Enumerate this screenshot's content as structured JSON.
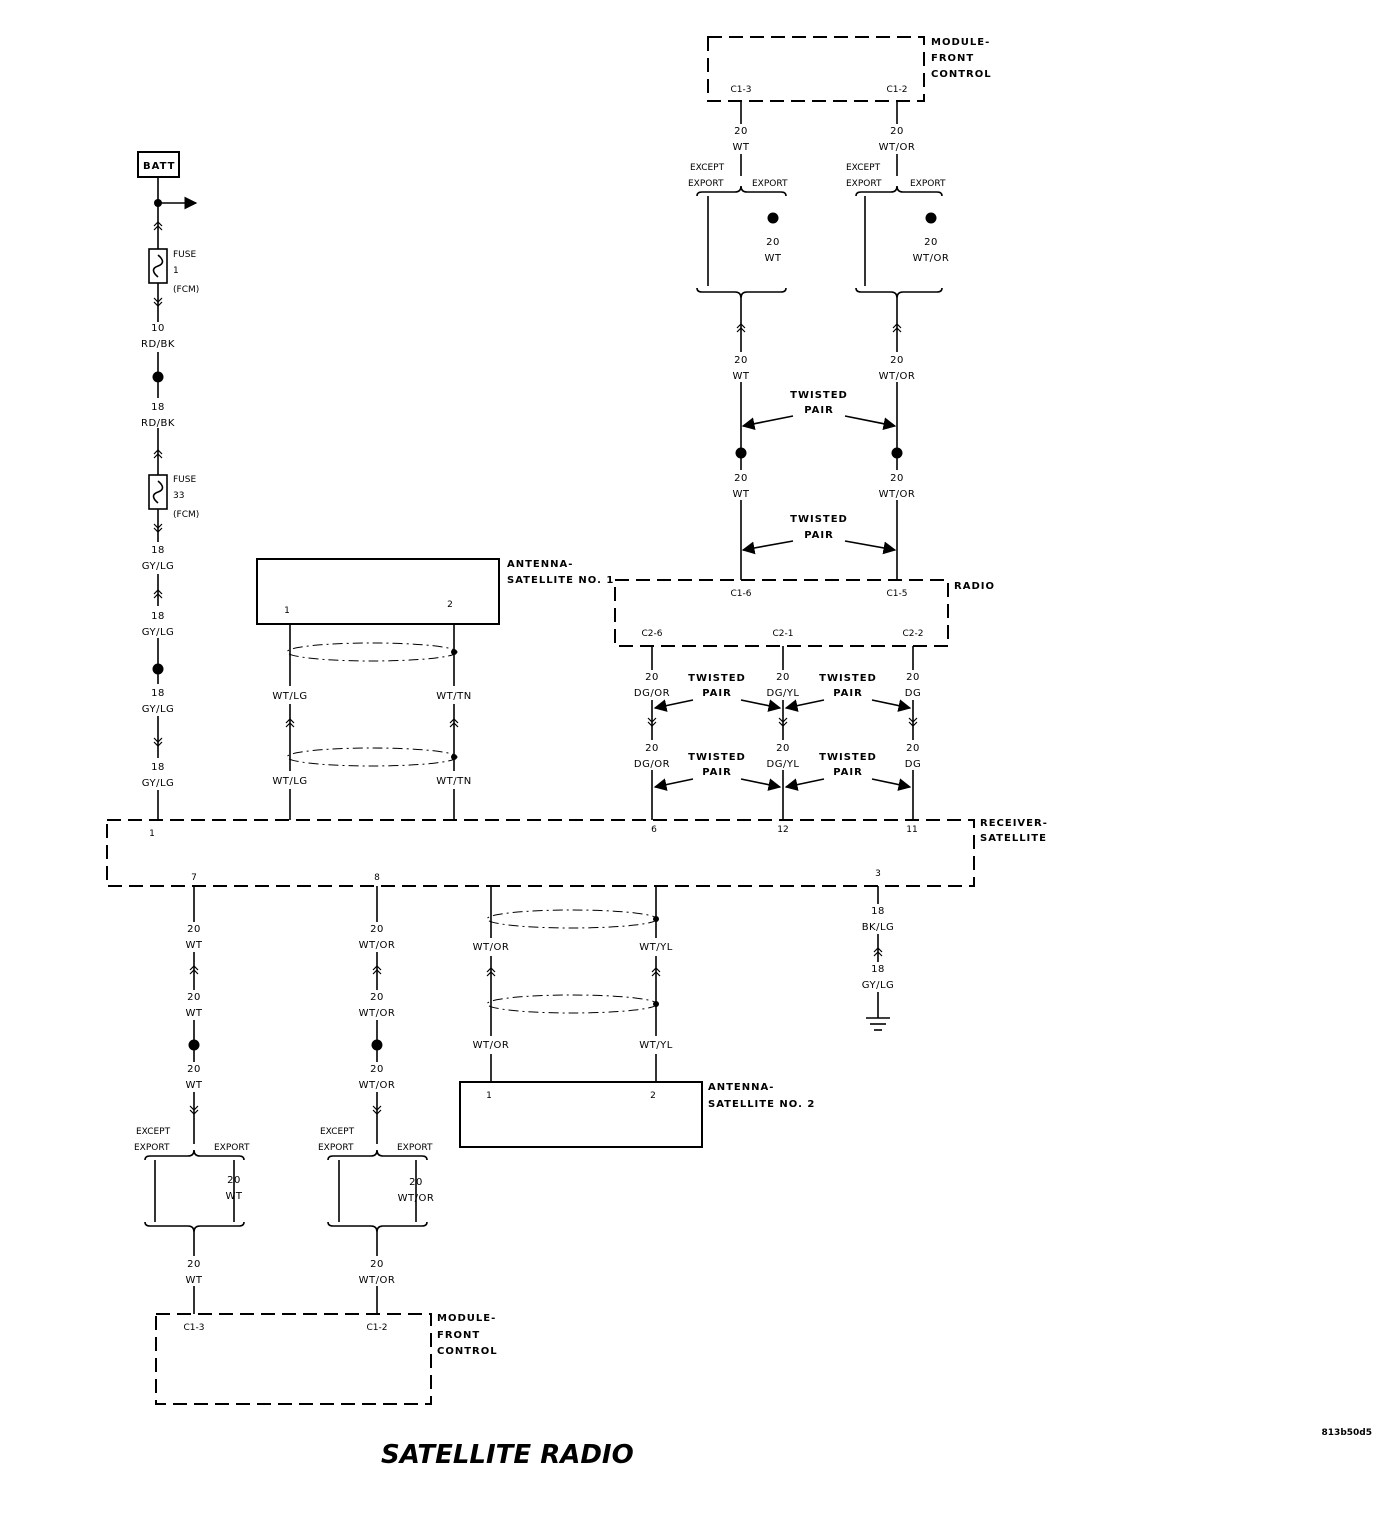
{
  "title": "SATELLITE RADIO",
  "figure_code": "813b50d5",
  "components": {
    "batt": "BATT",
    "fuse1": {
      "l1": "FUSE",
      "l2": "1",
      "l3": "(FCM)"
    },
    "fuse33": {
      "l1": "FUSE",
      "l2": "33",
      "l3": "(FCM)"
    },
    "module_top": {
      "l1": "MODULE-",
      "l2": "FRONT",
      "l3": "CONTROL",
      "pin_a": "C1-3",
      "pin_b": "C1-2"
    },
    "module_bottom": {
      "l1": "MODULE-",
      "l2": "FRONT",
      "l3": "CONTROL",
      "pin_a": "C1-3",
      "pin_b": "C1-2"
    },
    "antenna1": {
      "l1": "ANTENNA-",
      "l2": "SATELLITE NO. 1",
      "pin_a": "1",
      "pin_b": "2"
    },
    "antenna2": {
      "l1": "ANTENNA-",
      "l2": "SATELLITE NO. 2",
      "pin_a": "1",
      "pin_b": "2"
    },
    "radio": {
      "label": "RADIO",
      "p1": "C1-6",
      "p2": "C1-5",
      "p3": "C2-6",
      "p4": "C2-1",
      "p5": "C2-2"
    },
    "receiver": {
      "l1": "RECEIVER-",
      "l2": "SATELLITE",
      "p1": "1",
      "p6": "6",
      "p12": "12",
      "p11": "11",
      "p7": "7",
      "p8": "8",
      "p3": "3"
    }
  },
  "labels": {
    "except": "EXCEPT",
    "export": "EXPORT",
    "twisted": "TWISTED",
    "pair": "PAIR"
  },
  "wires": {
    "g20": "20",
    "g18": "18",
    "g10": "10",
    "wt": "WT",
    "wtor": "WT/OR",
    "rdbk": "RD/BK",
    "gylg": "GY/LG",
    "bklg": "BK/LG",
    "wtlg": "WT/LG",
    "wttn": "WT/TN",
    "wtyl": "WT/YL",
    "dgor": "DG/OR",
    "dgyl": "DG/YL",
    "dg": "DG"
  }
}
